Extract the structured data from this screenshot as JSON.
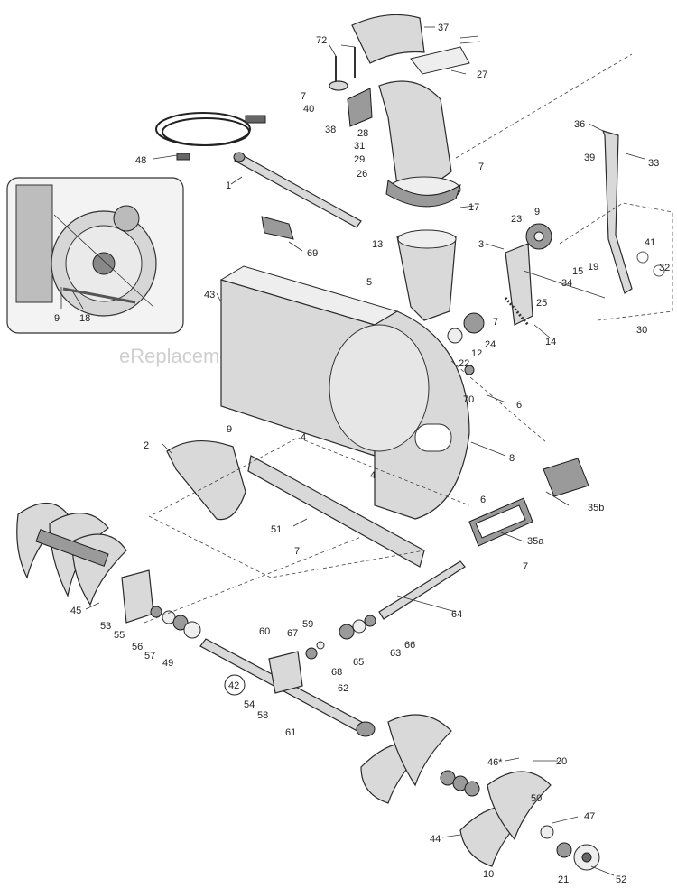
{
  "watermark": "eReplacementParts.com",
  "inset": {
    "labels": [
      "9",
      "18"
    ]
  },
  "labels": {
    "l72": "72",
    "l37": "37",
    "l27": "27",
    "l7a": "7",
    "l40": "40",
    "l38": "38",
    "l28": "28",
    "l31": "31",
    "l29": "29",
    "l26": "26",
    "l7b": "7",
    "l36": "36",
    "l39": "39",
    "l33": "33",
    "l48": "48",
    "l1": "1",
    "l17": "17",
    "l69": "69",
    "l13": "13",
    "l9a": "9",
    "l23": "23",
    "l3": "3",
    "l15": "15",
    "l19": "19",
    "l41": "41",
    "l32": "32",
    "l34": "34",
    "l30": "30",
    "l43": "43",
    "l5": "5",
    "l25": "25",
    "l7c": "7",
    "l24": "24",
    "l12": "12",
    "l22": "22",
    "l14": "14",
    "l70": "70",
    "l6a": "6",
    "l9b": "9",
    "l4a": "4",
    "l8": "8",
    "l2": "2",
    "l4b": "4",
    "l6b": "6",
    "l35b": "35b",
    "l35a": "35a",
    "l51": "51",
    "l7d": "7",
    "l7e": "7",
    "l45": "45",
    "l64": "64",
    "l53": "53",
    "l55": "55",
    "l56": "56",
    "l57": "57",
    "l49": "49",
    "l60": "60",
    "l67": "67",
    "l59": "59",
    "l66": "66",
    "l63": "63",
    "l65": "65",
    "l68": "68",
    "l62": "62",
    "l42": "42",
    "l54": "54",
    "l58": "58",
    "l61": "61",
    "l20": "20",
    "l46": "46*",
    "l50": "50",
    "l47": "47",
    "l44": "44",
    "l10": "10",
    "l21": "21",
    "l52": "52"
  }
}
